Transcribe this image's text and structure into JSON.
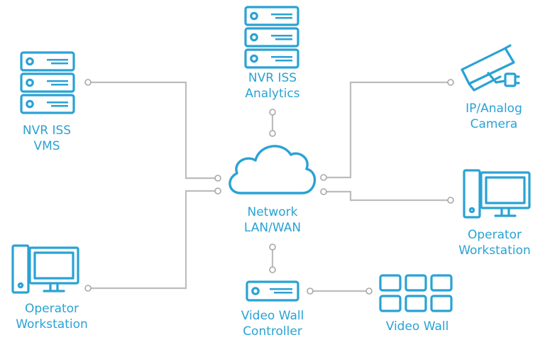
{
  "diagram": {
    "colors": {
      "accent": "#2aa2d4",
      "connector": "#bdbdbd"
    },
    "nodes": {
      "nvr_vms": {
        "icon": "server-rack-icon",
        "lines": [
          "NVR ISS",
          "VMS"
        ]
      },
      "nvr_analytics": {
        "icon": "server-rack-icon",
        "lines": [
          "NVR ISS",
          "Analytics"
        ]
      },
      "camera": {
        "icon": "security-camera-icon",
        "lines": [
          "IP/Analog",
          "Camera"
        ]
      },
      "network": {
        "icon": "cloud-icon",
        "lines": [
          "Network",
          "LAN/WAN"
        ]
      },
      "workstation_right": {
        "icon": "desktop-computer-icon",
        "lines": [
          "Operator",
          "Workstation"
        ]
      },
      "workstation_left": {
        "icon": "desktop-computer-icon",
        "lines": [
          "Operator",
          "Workstation"
        ]
      },
      "video_wall_controller": {
        "icon": "controller-unit-icon",
        "lines": [
          "Video Wall",
          "Controller"
        ]
      },
      "video_wall": {
        "icon": "video-wall-grid-icon",
        "lines": [
          "Video Wall"
        ]
      }
    }
  }
}
